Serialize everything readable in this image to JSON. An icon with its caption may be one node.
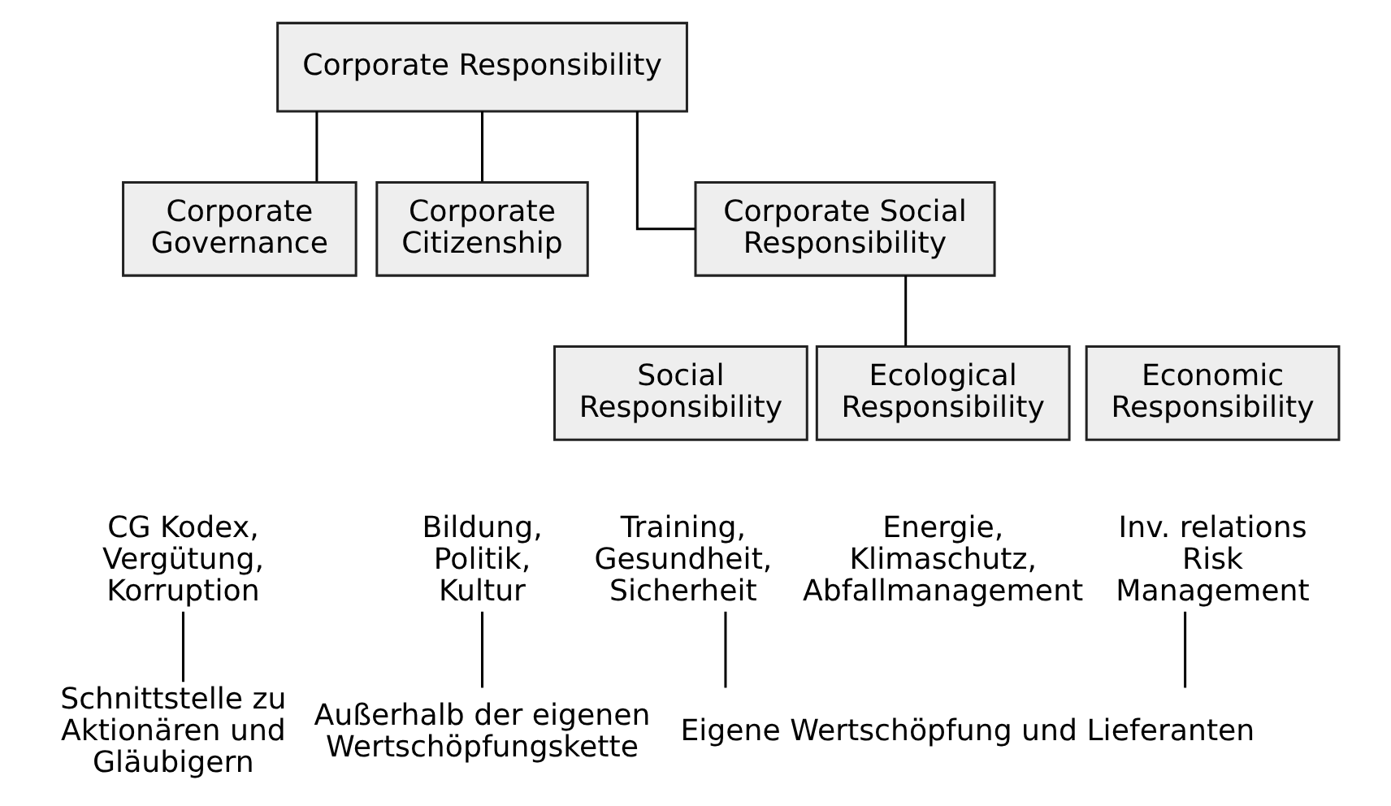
{
  "diagram": {
    "nodes": [
      {
        "text": [
          "Corporate Responsibility"
        ]
      },
      {
        "text": [
          "Corporate Governance"
        ]
      },
      {
        "text": [
          "Corporate Social Responsibility"
        ]
      },
      {
        "text": [
          "Corporate Citizenship"
        ]
      },
      {
        "text": [
          "Economic Responsibility"
        ]
      },
      {
        "text": [
          "Ecological Responsibility"
        ]
      },
      {
        "text": [
          "Social Responsibility"
        ]
      },
      {
        "text": [
          "CG Kodex, Vergütung, Korruption"
        ]
      },
      {
        "text": [
          "Inv. relations Risk Management"
        ]
      },
      {
        "text": [
          "Energie, Klimaschutz, Abfallmanagement"
        ]
      },
      {
        "text": [
          "Training, Gesundheit, Sicherheit"
        ]
      },
      {
        "text": [
          "Bildung, Politik, Kultur"
        ]
      },
      {
        "text": [
          "Schnittstelle zu Aktionären und Gläubigern"
        ]
      },
      {
        "text": [
          "Eigene Wertschöpfung und Lieferanten"
        ]
      },
      {
        "text": [
          "Außerhalb der eigenen Wertschöpfungskette"
        ]
      }
    ],
    "edges": [
      {
        "from": 0,
        "to": 1,
        "arrow": "none"
      },
      {
        "from": 0,
        "to": 2,
        "arrow": "none"
      },
      {
        "from": 0,
        "to": 3,
        "arrow": "none"
      },
      {
        "from": 2,
        "to": 5,
        "arrow": "none"
      },
      {
        "from": 7,
        "to": 12,
        "arrow": "none"
      },
      {
        "from": 8,
        "to": 13,
        "arrow": "none"
      },
      {
        "from": 10,
        "to": 13,
        "arrow": "none"
      },
      {
        "from": 11,
        "to": 14,
        "arrow": "none"
      }
    ]
  }
}
